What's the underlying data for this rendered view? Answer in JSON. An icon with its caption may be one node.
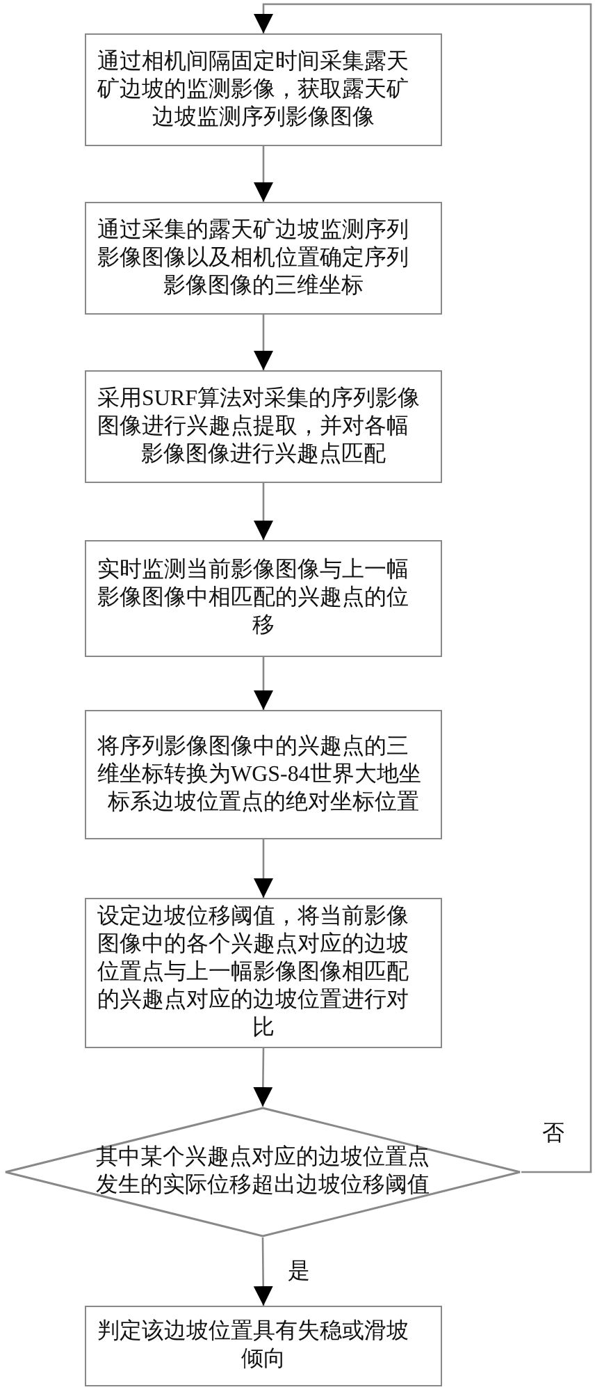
{
  "diagram": {
    "nodes": [
      {
        "text": [
          "通过相机间隔固定时间采集露天矿边坡的监测影像，获取露天矿边坡监测序列影像图像"
        ]
      },
      {
        "text": [
          "通过采集的露天矿边坡监测序列影像图像以及相机位置确定序列影像图像的三维坐标"
        ]
      },
      {
        "text": [
          "采用SURF算法对采集的序列影像图像进行兴趣点提取，并对各幅影像图像进行兴趣点匹配"
        ]
      },
      {
        "text": [
          "实时监测当前影像图像与上一幅影像图像中相匹配的兴趣点的位移"
        ]
      },
      {
        "text": [
          "将序列影像图像中的兴趣点的三维坐标转换为WGS-84世界大地坐标系边坡位置点的绝对坐标位置"
        ]
      },
      {
        "text": [
          "设定边坡位移阈值，将当前影像图像中的各个兴趣点对应的边坡位置点与上一幅影像图像相匹配的兴趣点对应的边坡位置进行对比"
        ]
      },
      {
        "text": [
          "其中某个兴趣点对应的边坡位置点发生的实际位移超出边坡位移阈值"
        ]
      },
      {
        "text": [
          "判定该边坡位置具有失稳或滑坡倾向"
        ]
      }
    ],
    "edges": [
      {
        "from": 0,
        "to": 1,
        "arrow": "to"
      },
      {
        "from": 1,
        "to": 2,
        "arrow": "to"
      },
      {
        "from": 2,
        "to": 3,
        "arrow": "to"
      },
      {
        "from": 3,
        "to": 4,
        "arrow": "to"
      },
      {
        "from": 4,
        "to": 5,
        "arrow": "to"
      },
      {
        "from": 5,
        "to": 6,
        "arrow": "to"
      },
      {
        "from": 6,
        "to": 0,
        "arrow": "to",
        "label": "否"
      },
      {
        "from": 6,
        "to": 7,
        "arrow": "to",
        "label": "是"
      }
    ]
  }
}
